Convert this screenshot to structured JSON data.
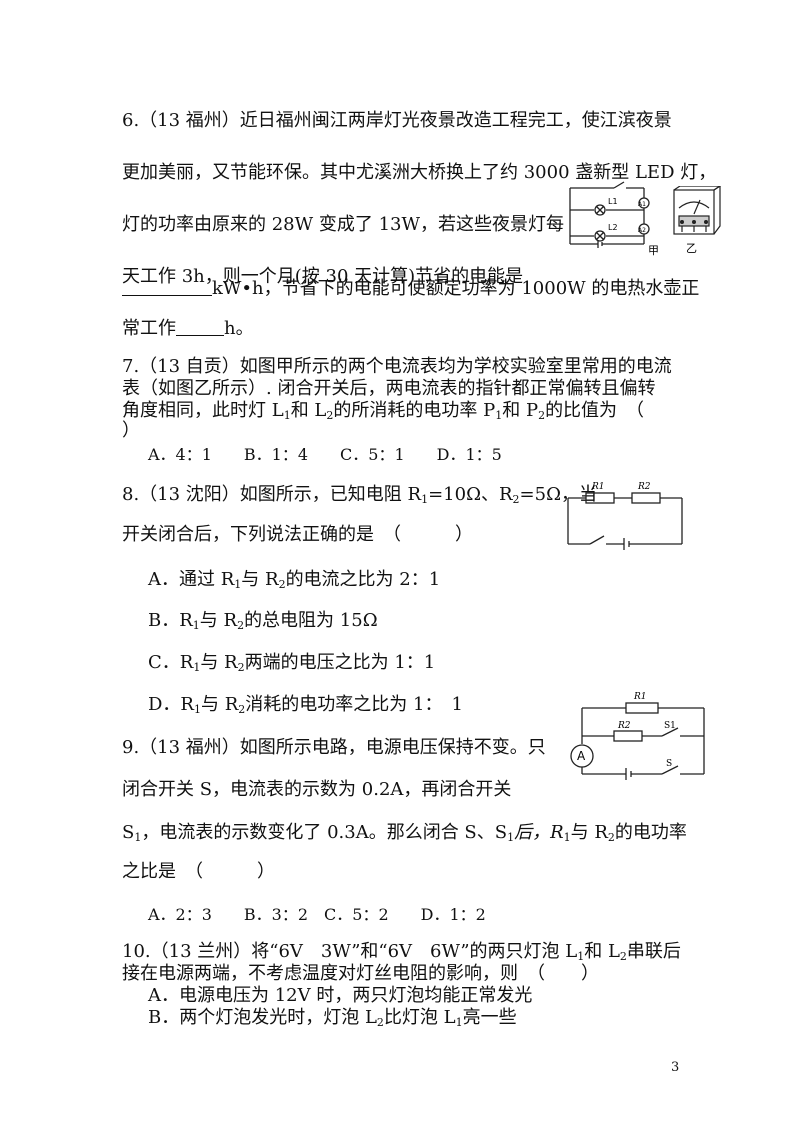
{
  "q6": {
    "line1": "6.（13 福州）近日福州闽江两岸灯光夜景改造工程完工，使江滨夜景",
    "line2": "更加美丽，又节能环保。其中尤溪洲大桥换上了约 3000 盏新型 LED 灯，",
    "line3": "灯的功率由原来的 28W 变成了 13W，若这些夜景灯每",
    "line4": "天工作 3h，则一个月(按 30 天计算)节省的电能是",
    "line5_after_blank": "kW•h，节省下的电能可使额定功率为 1000W 的电热水壶正",
    "line6_before": "常工作",
    "line6_after": "h。",
    "fig_jia": "甲",
    "fig_yi": "乙",
    "fig_L1": "L1",
    "fig_L2": "L2",
    "fig_A1": "A1",
    "fig_A2": "A2"
  },
  "q7": {
    "line1": "7.（13 自贡）如图甲所示的两个电流表均为学校实验室里常用的电流",
    "line2": "表（如图乙所示）. 闭合开关后，两电流表的指针都正常偏转且偏转",
    "line3_a": "角度相同，此时灯 L",
    "line3_b": "和 L",
    "line3_c": "的所消耗的电功率 P",
    "line3_d": "和 P",
    "line3_e": "的比值为　（",
    "line4": "）",
    "sub1": "1",
    "sub2": "2",
    "options": "A．4：1　　B．1：4　　C．5：1　　D．1：5"
  },
  "q8": {
    "line1_a": "8.（13 沈阳）如图所示，已知电阻 R",
    "line1_b": "=10Ω、R",
    "line1_c": "=5Ω，当",
    "line2": "开关闭合后，下列说法正确的是　（　　　）",
    "sub1": "1",
    "sub2": "2",
    "optA_a": "A．通过 R",
    "optA_b": "与 R",
    "optA_c": "的电流之比为 2：1",
    "optB_a": "B．R",
    "optB_b": "与 R",
    "optB_c": "的总电阻为 15Ω",
    "optC_a": "C．R",
    "optC_b": "与 R",
    "optC_c": "两端的电压之比为 1：1",
    "optD_a": "D．R",
    "optD_b": "与 R",
    "optD_c": "消耗的电功率之比为 1：　1",
    "fig_R1": "R1",
    "fig_R2": "R2"
  },
  "q9": {
    "line1": "9.（13 福州）如图所示电路，电源电压保持不变。只",
    "line2": "闭合开关 S，电流表的示数为 0.2A，再闭合开关",
    "line3_a": "S",
    "line3_b": "，电流表的示数变化了 0.3A。那么闭合 S、S",
    "line3_c": "后，R",
    "line3_d": "与 R",
    "line3_e": "的电功率",
    "line4": "之比是　（　　　）",
    "sub1": "1",
    "sub2": "2",
    "options": "A．2：3　　B．3：2　C．5：2　　D．1：2",
    "fig_R1": "R1",
    "fig_R2": "R2",
    "fig_S1": "S1",
    "fig_S": "S",
    "fig_A": "A"
  },
  "q10": {
    "line1_a": "10.（13 兰州）将“6V　3W”和“6V　6W”的两只灯泡 L",
    "line1_b": "和 L",
    "line1_c": "串联后",
    "line2": "接在电源两端，不考虑温度对灯丝电阻的影响，则　（　　）",
    "optA": "A．电源电压为 12V 时，两只灯泡均能正常发光",
    "optB_a": "B．两个灯泡发光时，灯泡 L",
    "optB_b": "比灯泡 L",
    "optB_c": "亮一些",
    "sub1": "1",
    "sub2": "2"
  },
  "page_number": "3"
}
